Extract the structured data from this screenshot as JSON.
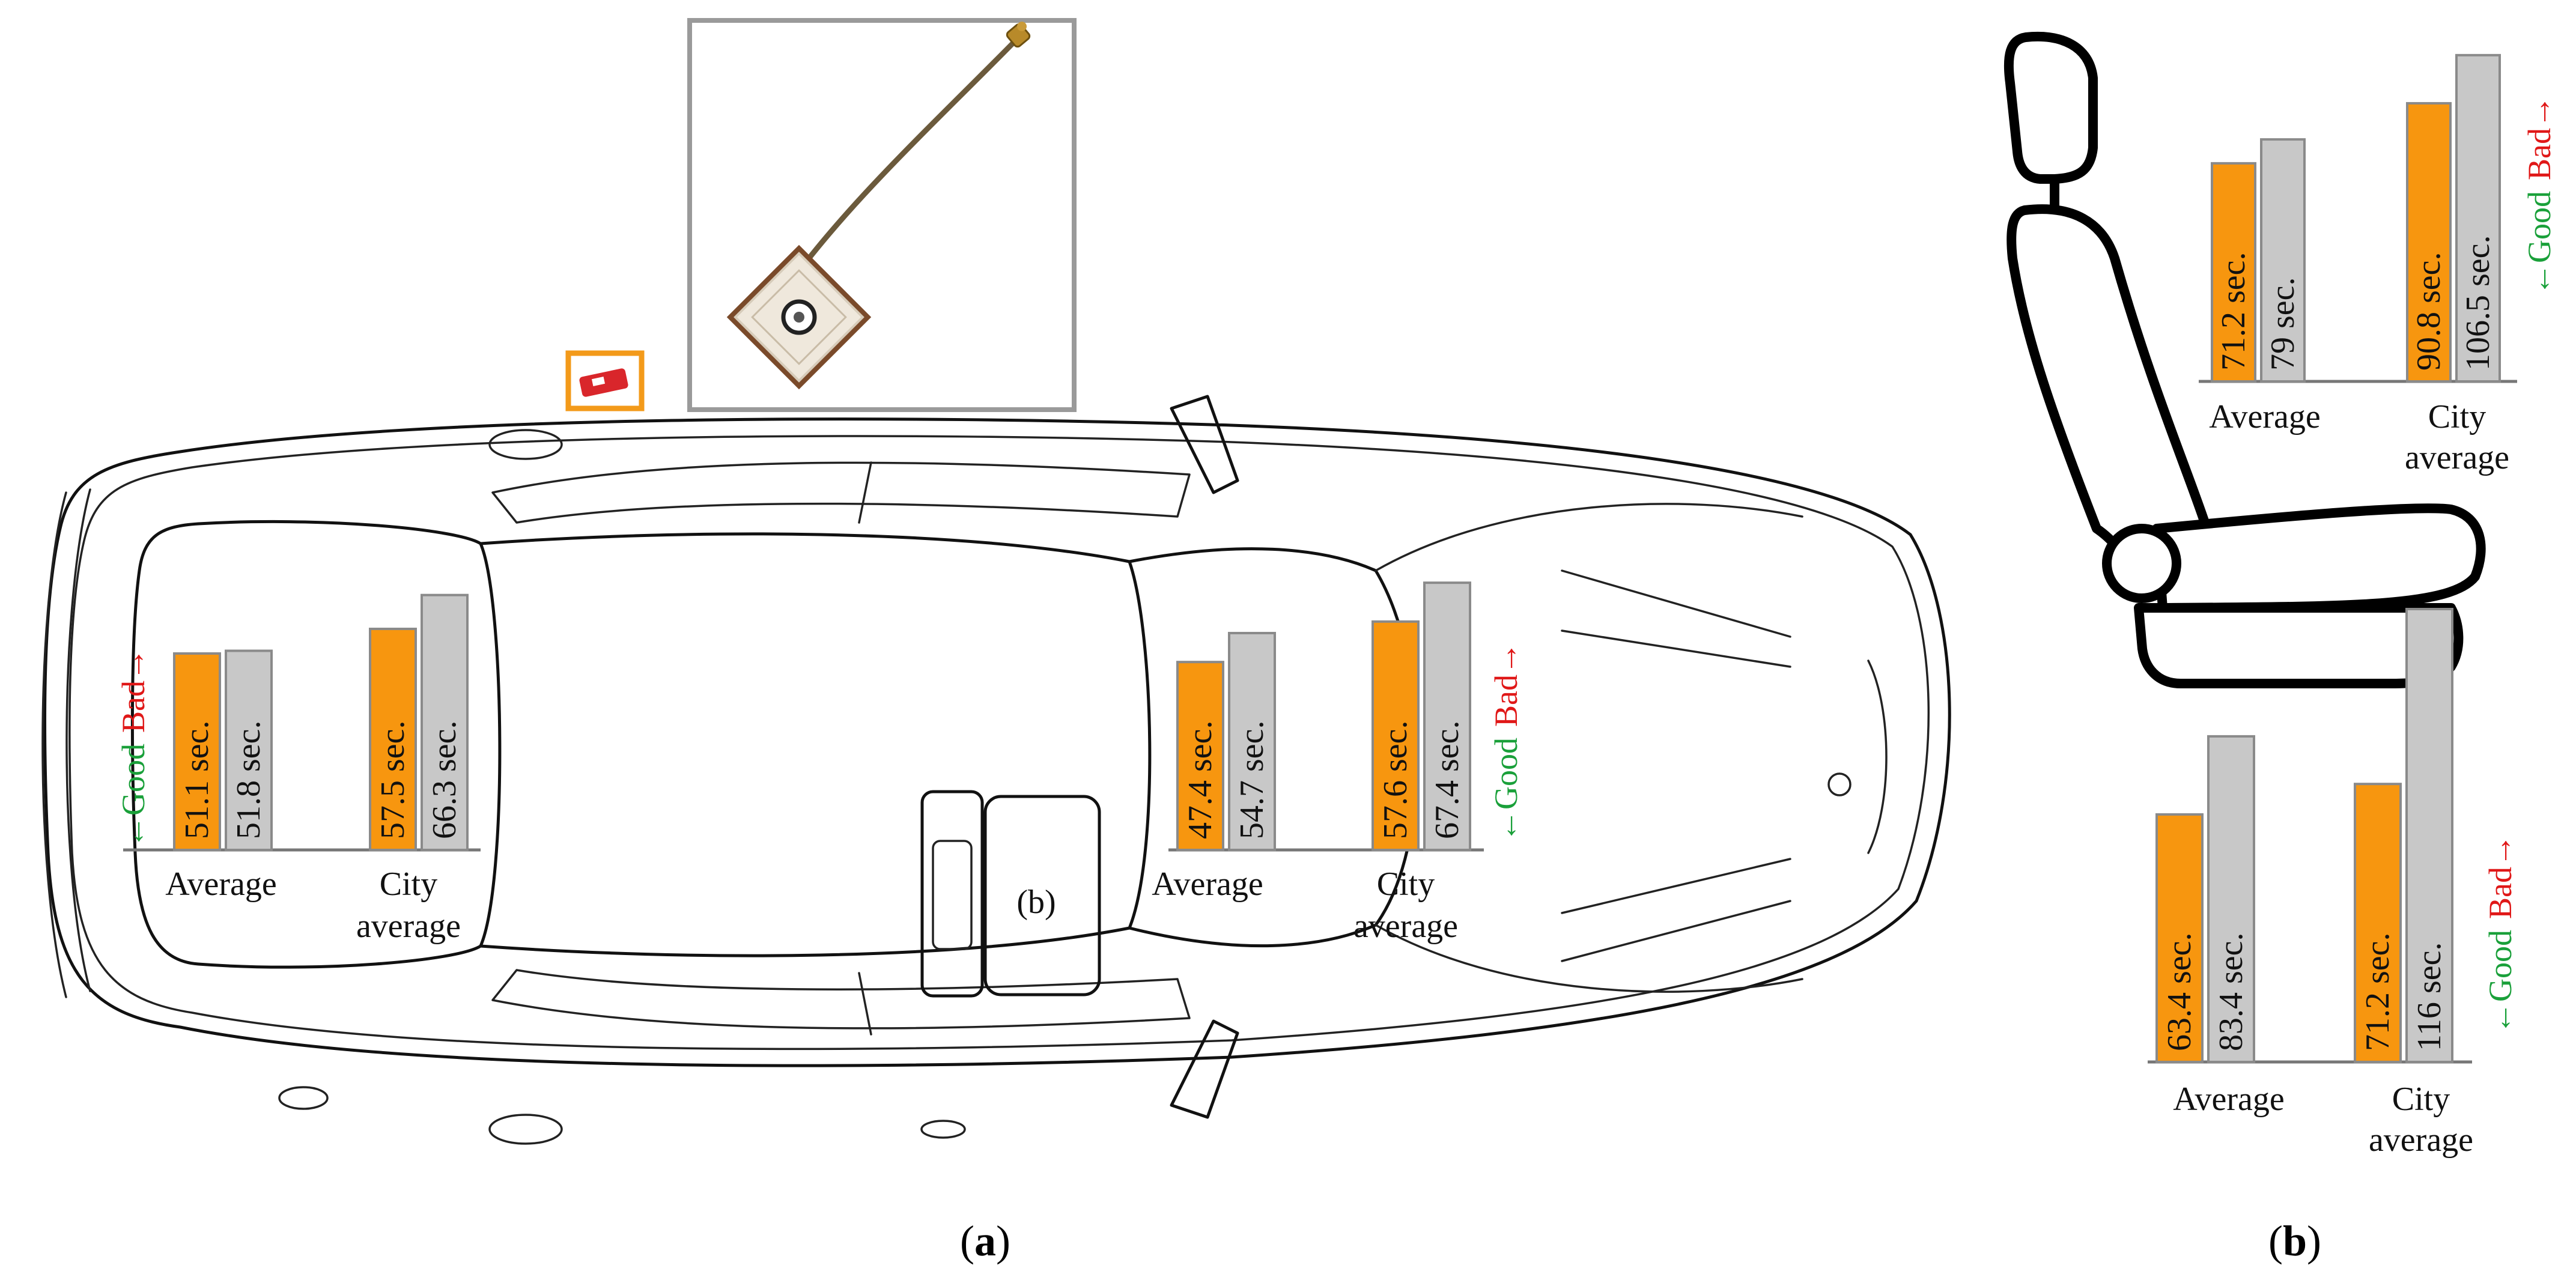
{
  "figure": {
    "captions": {
      "a": "a",
      "b": "b"
    },
    "seat_marker_label": "(b)",
    "colors": {
      "orange": "#f7960f",
      "gray": "#c8c8c8",
      "good": "#1aa03a",
      "bad": "#e01818"
    },
    "icons": [
      "car-top-view-icon",
      "gps-antenna-icon",
      "gps-module-icon",
      "car-seat-icon"
    ]
  },
  "chart_data": [
    {
      "id": "rear-dashboard",
      "type": "bar",
      "categories": [
        "Average",
        "City average"
      ],
      "series": [
        {
          "color": "#f7960f",
          "values": [
            51.1,
            57.5
          ],
          "labels": [
            "51.1 sec.",
            "57.5 sec."
          ]
        },
        {
          "color": "#c8c8c8",
          "values": [
            51.8,
            66.3
          ],
          "labels": [
            "51.8 sec.",
            "66.3 sec."
          ]
        }
      ],
      "direction": {
        "good": "Good",
        "bad": "Bad"
      }
    },
    {
      "id": "front-dashboard",
      "type": "bar",
      "categories": [
        "Average",
        "City average"
      ],
      "series": [
        {
          "color": "#f7960f",
          "values": [
            47.4,
            57.6
          ],
          "labels": [
            "47.4 sec.",
            "57.6 sec."
          ]
        },
        {
          "color": "#c8c8c8",
          "values": [
            54.7,
            67.4
          ],
          "labels": [
            "54.7 sec.",
            "67.4 sec."
          ]
        }
      ],
      "direction": {
        "good": "Good",
        "bad": "Bad"
      }
    },
    {
      "id": "seat-back",
      "type": "bar",
      "categories": [
        "Average",
        "City average"
      ],
      "series": [
        {
          "color": "#f7960f",
          "values": [
            71.2,
            90.8
          ],
          "labels": [
            "71.2 sec.",
            "90.8 sec."
          ]
        },
        {
          "color": "#c8c8c8",
          "values": [
            79,
            106.5
          ],
          "labels": [
            "79 sec.",
            "106.5 sec."
          ]
        }
      ],
      "direction": {
        "good": "Good",
        "bad": "Bad"
      }
    },
    {
      "id": "seat-under",
      "type": "bar",
      "categories": [
        "Average",
        "City average"
      ],
      "series": [
        {
          "color": "#f7960f",
          "values": [
            63.4,
            71.2
          ],
          "labels": [
            "63.4 sec.",
            "71.2 sec."
          ]
        },
        {
          "color": "#c8c8c8",
          "values": [
            83.4,
            116
          ],
          "labels": [
            "83.4 sec.",
            "116 sec."
          ]
        }
      ],
      "direction": {
        "good": "Good",
        "bad": "Bad"
      }
    }
  ]
}
